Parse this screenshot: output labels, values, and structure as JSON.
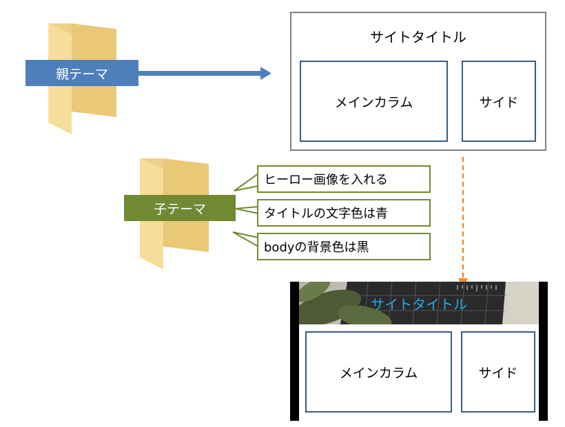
{
  "parent_theme": {
    "label": "親テーマ",
    "site_title": "サイトタイトル",
    "main_column": "メインカラム",
    "side": "サイド"
  },
  "child_theme": {
    "label": "子テーマ",
    "callouts": [
      "ヒーロー画像を入れる",
      "タイトルの文字色は青",
      "bodyの背景色は黒"
    ],
    "site_title": "サイトタイトル",
    "main_column": "メインカラム",
    "side": "サイド"
  },
  "colors": {
    "parent_label_bg": "#4e7fba",
    "child_label_bg": "#6f8a33",
    "frame_border": "#3a5a80",
    "outer_border": "#7f7f7f",
    "dashed_arrow": "#f08a2c",
    "child_title_text": "#2aa8e8",
    "folder_light": "#f6dd9a",
    "folder_dark": "#e9c878"
  }
}
